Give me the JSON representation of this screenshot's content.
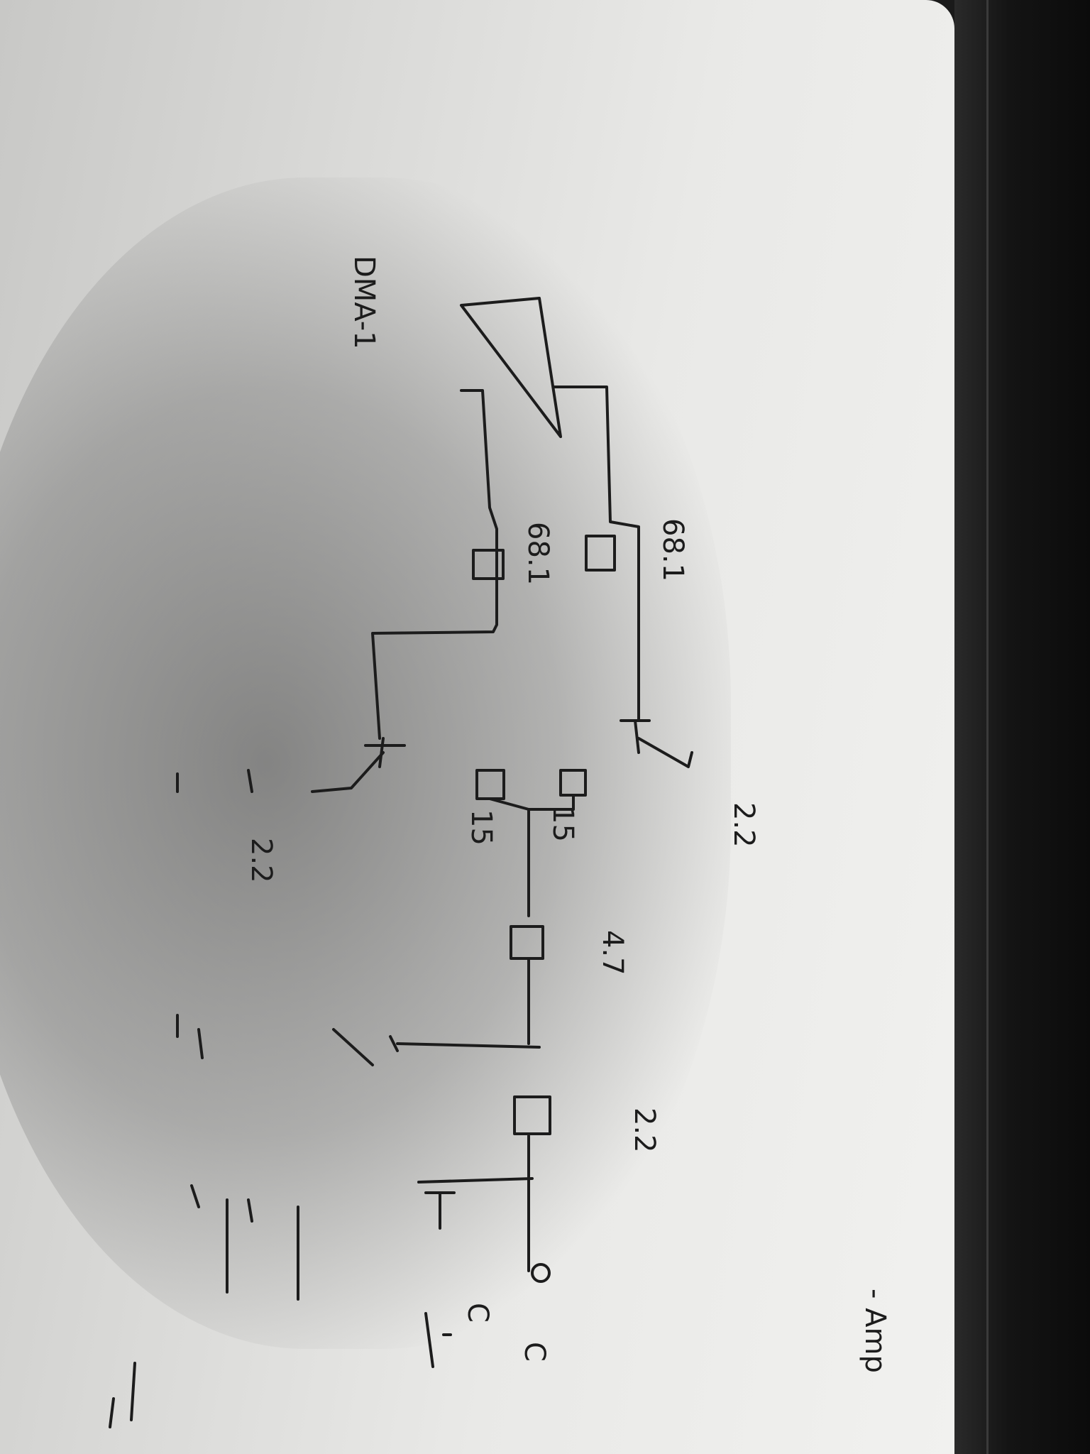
{
  "labels": {
    "title": "DMA-1",
    "r_top": "68.1",
    "r_mid": "68.1",
    "r_15a": "15",
    "r_15b": "15",
    "r_47": "4.7",
    "r_22a": "2.2",
    "r_22b": "2.2",
    "r_22c": "2.2",
    "amp": "- Amp",
    "ground_a": "C",
    "ground_b": "C"
  }
}
